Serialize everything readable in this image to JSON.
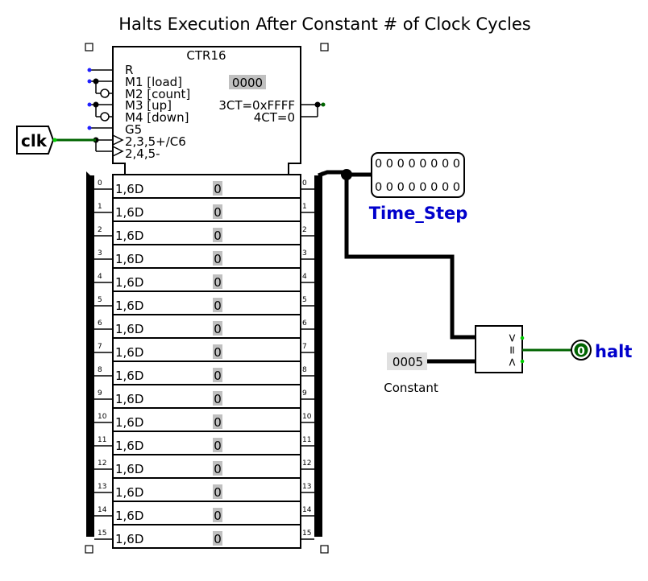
{
  "title": "Halts Execution After Constant # of Clock Cycles",
  "counter": {
    "name": "CTR16",
    "value": "0000",
    "inputs": [
      "R",
      "M1 [load]",
      "M2 [count]",
      "M3 [up]",
      "M4 [down]",
      "G5",
      "2,3,5+/C6",
      "2,4,5-"
    ],
    "outputs": [
      "3CT=0xFFFF",
      "4CT=0"
    ]
  },
  "register": {
    "bit_label": "1,6D",
    "bit_values": [
      "0",
      "0",
      "0",
      "0",
      "0",
      "0",
      "0",
      "0",
      "0",
      "0",
      "0",
      "0",
      "0",
      "0",
      "0",
      "0"
    ],
    "left_indices": [
      "0",
      "1",
      "2",
      "3",
      "4",
      "5",
      "6",
      "7",
      "8",
      "9",
      "10",
      "11",
      "12",
      "13",
      "14",
      "15"
    ],
    "right_indices": [
      "0",
      "1",
      "2",
      "3",
      "4",
      "5",
      "6",
      "7",
      "8",
      "9",
      "10",
      "11",
      "12",
      "13",
      "14",
      "15"
    ]
  },
  "clock": {
    "label": "clk"
  },
  "probe": {
    "row1": "0 0 0 0 0 0 0 0",
    "row2": "0 0 0 0 0 0 0 0",
    "label": "Time_Step"
  },
  "constant": {
    "value": "0005",
    "label": "Constant"
  },
  "comparator": {
    "labels": [
      ">",
      "=",
      "<"
    ]
  },
  "halt": {
    "value": "0",
    "label": "halt"
  },
  "colors": {
    "wire_active": "#006400",
    "label_blue": "#0000cc",
    "bus": "#000000",
    "value_bg": "#c0c0c0"
  }
}
